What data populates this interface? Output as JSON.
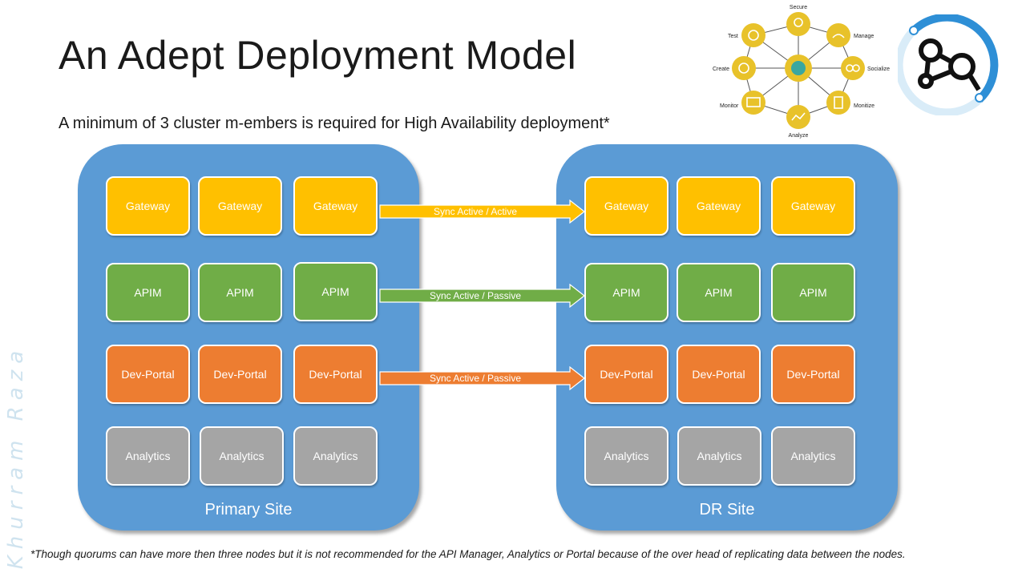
{
  "title": "An Adept Deployment Model",
  "subtitle": "A minimum of 3 cluster m-embers is required for High Availability deployment*",
  "footnote": "*Though quorums can have more then three nodes but it is not recommended for the API Manager, Analytics or Portal because of the over head of replicating data between the nodes.",
  "watermark": "Khurram Raza",
  "lifecycle": {
    "labels": [
      "Secure",
      "Manage",
      "Socialize",
      "Monitize",
      "Analyze",
      "Monitor",
      "Create",
      "Test"
    ]
  },
  "primary_site": {
    "label": "Primary Site",
    "rows": [
      [
        "Gateway",
        "Gateway",
        "Gateway"
      ],
      [
        "APIM",
        "APIM",
        "APIM"
      ],
      [
        "Dev-Portal",
        "Dev-Portal",
        "Dev-Portal"
      ],
      [
        "Analytics",
        "Analytics",
        "Analytics"
      ]
    ]
  },
  "dr_site": {
    "label": "DR Site",
    "rows": [
      [
        "Gateway",
        "Gateway",
        "Gateway"
      ],
      [
        "APIM",
        "APIM",
        "APIM"
      ],
      [
        "Dev-Portal",
        "Dev-Portal",
        "Dev-Portal"
      ],
      [
        "Analytics",
        "Analytics",
        "Analytics"
      ]
    ]
  },
  "sync_arrows": [
    {
      "label": "Sync  Active / Active",
      "color": "#ffc000"
    },
    {
      "label": "Sync  Active / Passive",
      "color": "#70ad47"
    },
    {
      "label": "Sync  Active / Passive",
      "color": "#ed7d31"
    }
  ],
  "colors": {
    "site": "#5b9bd5",
    "gateway": "#ffc000",
    "apim": "#70ad47",
    "dev_portal": "#ed7d31",
    "analytics": "#a5a5a5",
    "lifecycle_node": "#e8c22a",
    "logo_ring": "#2e8fd6"
  }
}
